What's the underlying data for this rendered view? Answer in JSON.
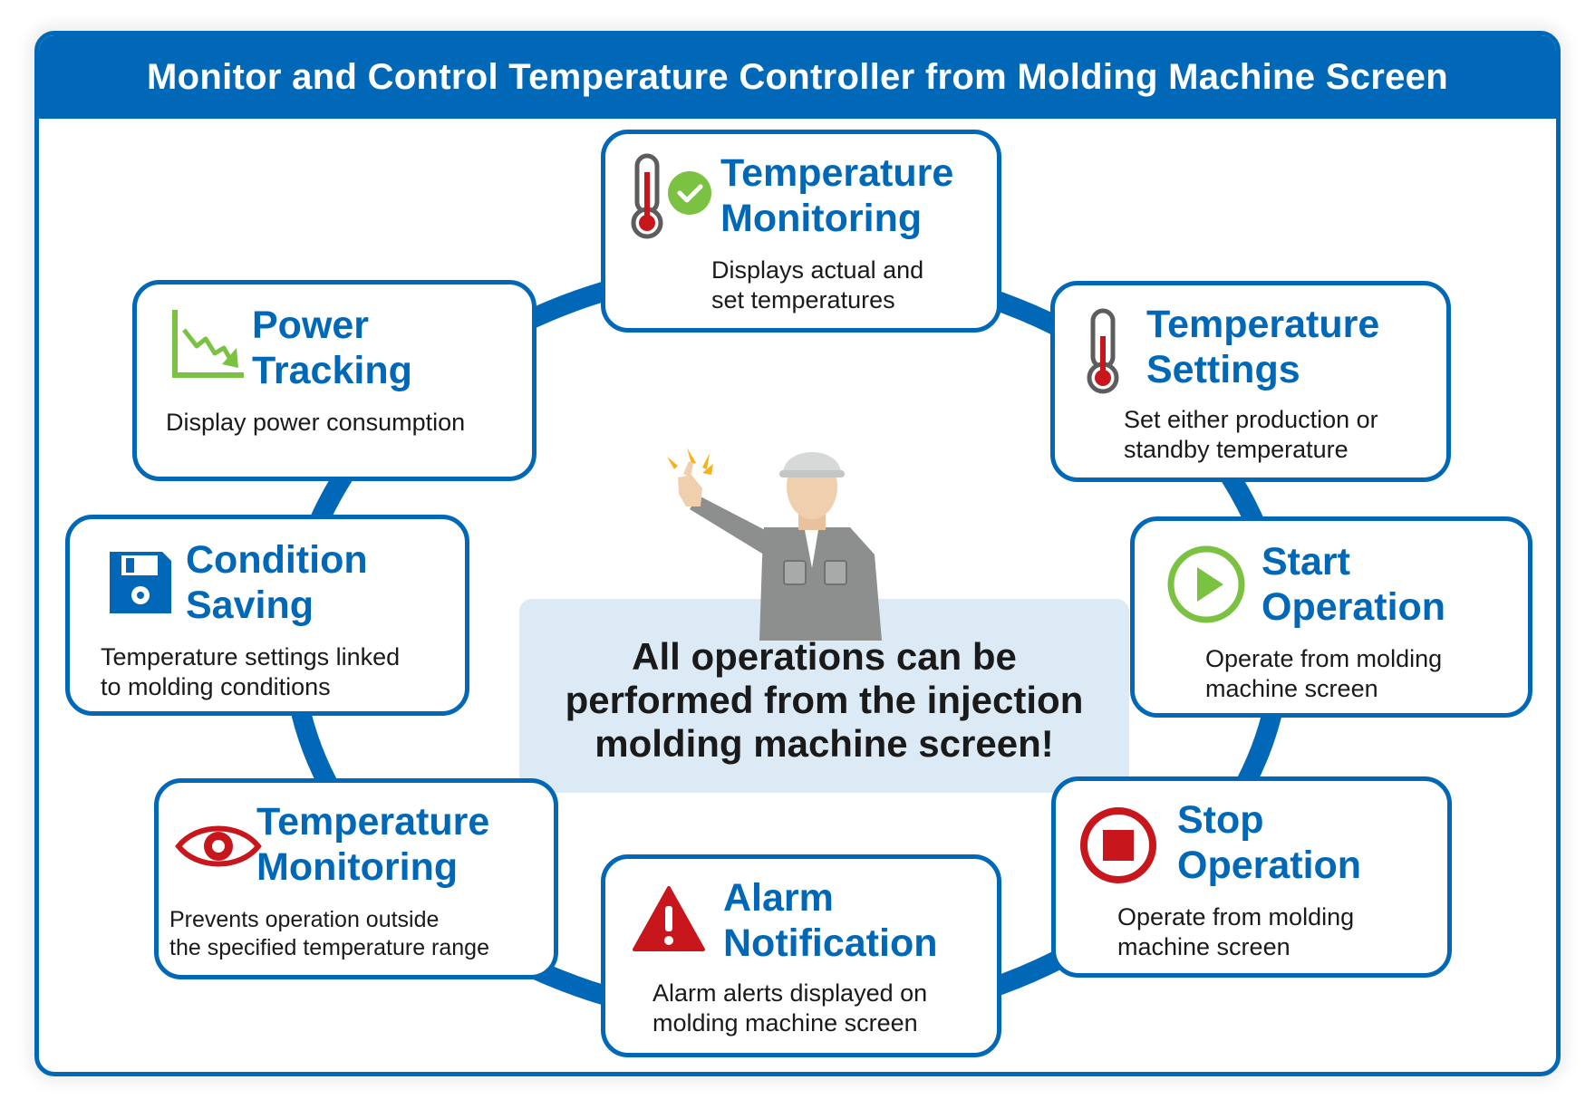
{
  "header": {
    "title": "Monitor and Control Temperature Controller from Molding Machine Screen"
  },
  "center": {
    "lines": [
      "All operations can be",
      "performed from the injection",
      "molding machine screen!"
    ]
  },
  "colors": {
    "primary_blue": "#0068b7",
    "accent_green": "#7cc242",
    "alert_red": "#c8161d",
    "callout_bg": "#dbeaf5"
  },
  "cards": {
    "temperature_monitoring_top": {
      "icon": "thermometer-check-icon",
      "title": [
        "Temperature",
        "Monitoring"
      ],
      "desc": [
        "Displays actual and",
        "set temperatures"
      ]
    },
    "temperature_settings": {
      "icon": "thermometer-icon",
      "title": [
        "Temperature",
        "Settings"
      ],
      "desc": [
        "Set either production or",
        "standby temperature"
      ]
    },
    "start_operation": {
      "icon": "play-circle-icon",
      "title": [
        "Start",
        "Operation"
      ],
      "desc": [
        "Operate from molding",
        "machine screen"
      ]
    },
    "stop_operation": {
      "icon": "stop-circle-icon",
      "title": [
        "Stop",
        "Operation"
      ],
      "desc": [
        "Operate from molding",
        "machine screen"
      ]
    },
    "alarm_notification": {
      "icon": "warning-triangle-icon",
      "title": [
        "Alarm",
        "Notification"
      ],
      "desc": [
        "Alarm alerts displayed on",
        "molding machine screen"
      ]
    },
    "temperature_monitoring_bottom": {
      "icon": "eye-icon",
      "title": [
        "Temperature",
        "Monitoring"
      ],
      "desc": [
        "Prevents operation outside",
        "the specified temperature range"
      ]
    },
    "condition_saving": {
      "icon": "floppy-disk-icon",
      "title": [
        "Condition",
        "Saving"
      ],
      "desc": [
        "Temperature settings linked",
        "to molding conditions"
      ]
    },
    "power_tracking": {
      "icon": "power-chart-icon",
      "title": [
        "Power",
        "Tracking"
      ],
      "desc": [
        "Display power consumption"
      ]
    }
  }
}
